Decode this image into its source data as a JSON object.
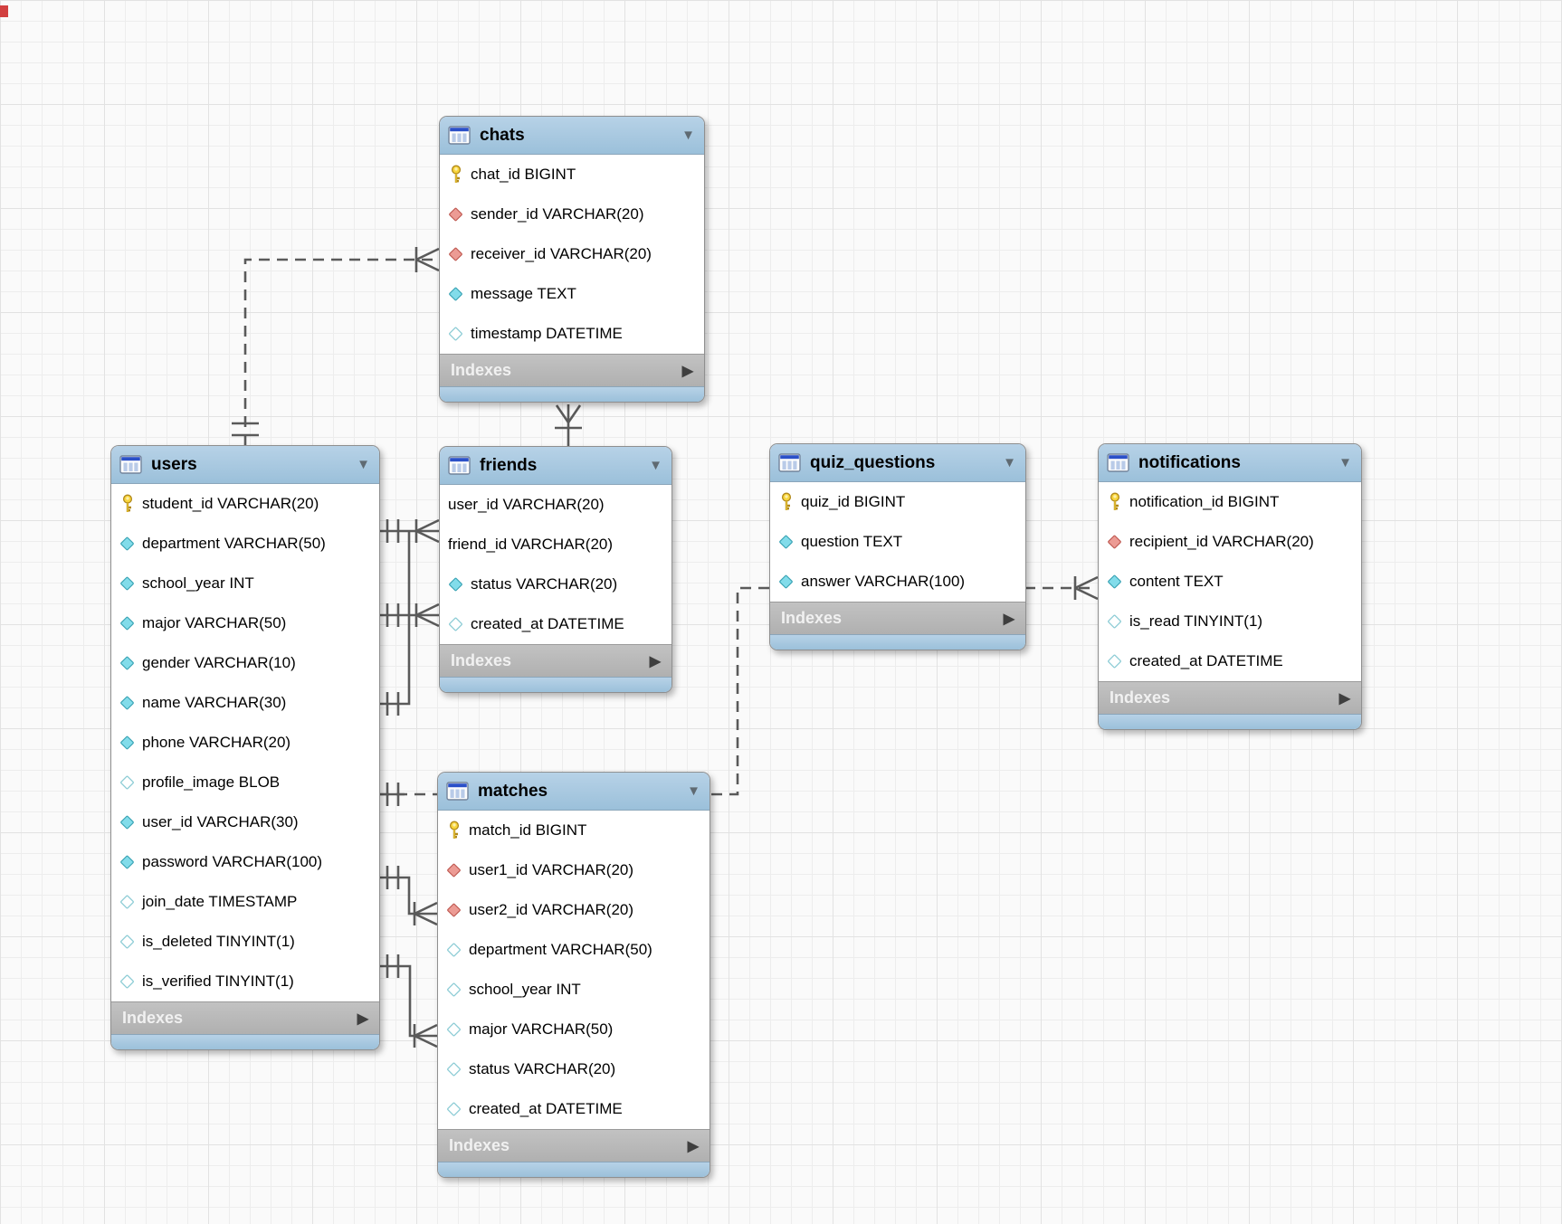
{
  "diagram": {
    "tables": [
      {
        "id": "chats",
        "title": "chats",
        "indexes_label": "Indexes",
        "columns": [
          {
            "icon": "key",
            "text": "chat_id BIGINT"
          },
          {
            "icon": "fk",
            "text": "sender_id VARCHAR(20)"
          },
          {
            "icon": "fk",
            "text": "receiver_id VARCHAR(20)"
          },
          {
            "icon": "attr",
            "text": "message TEXT"
          },
          {
            "icon": "attrnull",
            "text": "timestamp DATETIME"
          }
        ]
      },
      {
        "id": "users",
        "title": "users",
        "indexes_label": "Indexes",
        "columns": [
          {
            "icon": "key",
            "text": "student_id VARCHAR(20)"
          },
          {
            "icon": "attr",
            "text": "department VARCHAR(50)"
          },
          {
            "icon": "attr",
            "text": "school_year INT"
          },
          {
            "icon": "attr",
            "text": "major VARCHAR(50)"
          },
          {
            "icon": "attr",
            "text": "gender VARCHAR(10)"
          },
          {
            "icon": "attr",
            "text": "name VARCHAR(30)"
          },
          {
            "icon": "attr",
            "text": "phone VARCHAR(20)"
          },
          {
            "icon": "attrnull",
            "text": "profile_image BLOB"
          },
          {
            "icon": "attr",
            "text": "user_id VARCHAR(30)"
          },
          {
            "icon": "attr",
            "text": "password VARCHAR(100)"
          },
          {
            "icon": "attrnull",
            "text": "join_date TIMESTAMP"
          },
          {
            "icon": "attrnull",
            "text": "is_deleted TINYINT(1)"
          },
          {
            "icon": "attrnull",
            "text": "is_verified TINYINT(1)"
          }
        ]
      },
      {
        "id": "friends",
        "title": "friends",
        "indexes_label": "Indexes",
        "columns": [
          {
            "icon": "none",
            "text": "user_id VARCHAR(20)"
          },
          {
            "icon": "none",
            "text": "friend_id VARCHAR(20)"
          },
          {
            "icon": "attr",
            "text": "status VARCHAR(20)"
          },
          {
            "icon": "attrnull",
            "text": "created_at DATETIME"
          }
        ]
      },
      {
        "id": "quiz_questions",
        "title": "quiz_questions",
        "indexes_label": "Indexes",
        "columns": [
          {
            "icon": "key",
            "text": "quiz_id BIGINT"
          },
          {
            "icon": "attr",
            "text": "question TEXT"
          },
          {
            "icon": "attr",
            "text": "answer VARCHAR(100)"
          }
        ]
      },
      {
        "id": "notifications",
        "title": "notifications",
        "indexes_label": "Indexes",
        "columns": [
          {
            "icon": "key",
            "text": "notification_id BIGINT"
          },
          {
            "icon": "fk",
            "text": "recipient_id VARCHAR(20)"
          },
          {
            "icon": "attr",
            "text": "content TEXT"
          },
          {
            "icon": "attrnull",
            "text": "is_read TINYINT(1)"
          },
          {
            "icon": "attrnull",
            "text": "created_at DATETIME"
          }
        ]
      },
      {
        "id": "matches",
        "title": "matches",
        "indexes_label": "Indexes",
        "columns": [
          {
            "icon": "key",
            "text": "match_id BIGINT"
          },
          {
            "icon": "fk",
            "text": "user1_id VARCHAR(20)"
          },
          {
            "icon": "fk",
            "text": "user2_id VARCHAR(20)"
          },
          {
            "icon": "attrnull",
            "text": "department VARCHAR(50)"
          },
          {
            "icon": "attrnull",
            "text": "school_year INT"
          },
          {
            "icon": "attrnull",
            "text": "major VARCHAR(50)"
          },
          {
            "icon": "attrnull",
            "text": "status VARCHAR(20)"
          },
          {
            "icon": "attrnull",
            "text": "created_at DATETIME"
          }
        ]
      }
    ],
    "relationships": [
      {
        "from": "users",
        "to": "chats",
        "line": "dashed",
        "many_at": "chats"
      },
      {
        "from": "friends",
        "to": "chats",
        "line": "solid",
        "many_at": "chats"
      },
      {
        "from": "users",
        "to": "friends",
        "line": "solid",
        "many_at": "friends"
      },
      {
        "from": "users",
        "to": "friends",
        "line": "solid",
        "many_at": "friends"
      },
      {
        "from": "users",
        "to": "friends",
        "line": "solid",
        "many_at": "friends"
      },
      {
        "from": "users",
        "to": "matches",
        "line": "dashed",
        "many_at": ""
      },
      {
        "from": "users",
        "to": "matches",
        "line": "solid",
        "many_at": "matches"
      },
      {
        "from": "users",
        "to": "matches",
        "line": "solid",
        "many_at": "matches"
      },
      {
        "from": "quiz_questions",
        "to": "notifications",
        "line": "dashed",
        "many_at": "notifications"
      },
      {
        "from": "quiz_questions",
        "to": "matches",
        "line": "dashed",
        "many_at": ""
      }
    ]
  },
  "icons": {
    "header_collapse_arrow": "▼",
    "indexes_expand_arrow": "▶",
    "table_icon": "table-grid-icon",
    "key": "primary-key-icon",
    "fk": "foreign-key-icon",
    "attr": "attribute-icon",
    "attrnull": "nullable-attribute-icon"
  },
  "colors": {
    "table_header_blue": "#a6c6e0",
    "indexes_bar_gray": "#b7b7b7",
    "table_border": "#8f8f8f",
    "connector_gray": "#5a5a5a",
    "primary_key_yellow": "#f8d53c",
    "foreign_key_red": "#ec9b94",
    "attribute_cyan": "#82dcea",
    "grid_line": "#ededed",
    "canvas_bg": "#fafafa"
  }
}
